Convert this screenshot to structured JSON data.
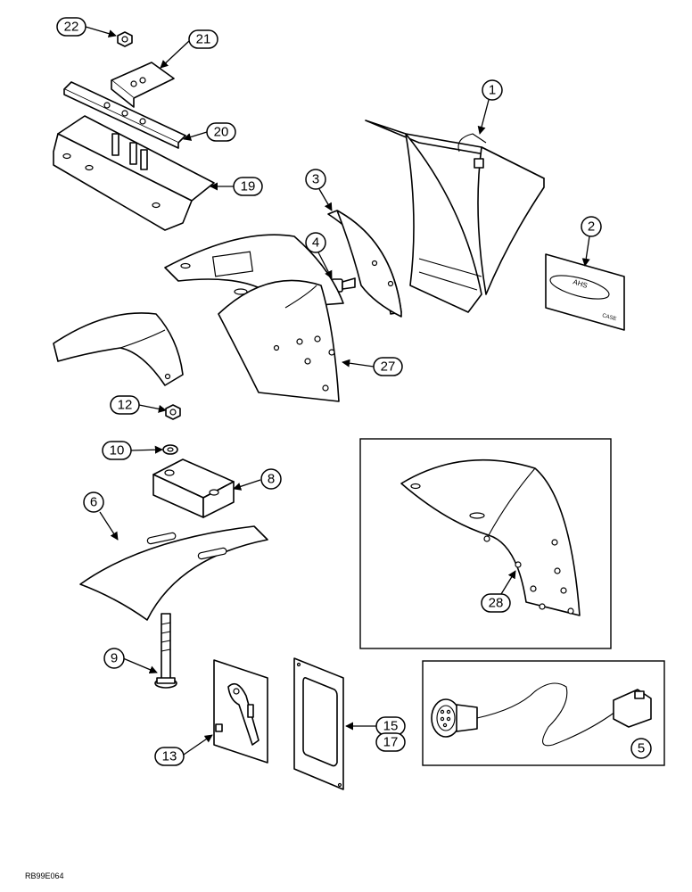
{
  "figure_code": "RB99E064",
  "callouts": {
    "c1": "1",
    "c2": "2",
    "c3": "3",
    "c4": "4",
    "c5": "5",
    "c6": "6",
    "c8": "8",
    "c9": "9",
    "c10": "10",
    "c12": "12",
    "c13": "13",
    "c15": "15",
    "c17": "17",
    "c19": "19",
    "c20": "20",
    "c21": "21",
    "c22": "22",
    "c27": "27",
    "c28": "28"
  },
  "decal_text": {
    "logo": "AHS",
    "brand": "CASE"
  }
}
